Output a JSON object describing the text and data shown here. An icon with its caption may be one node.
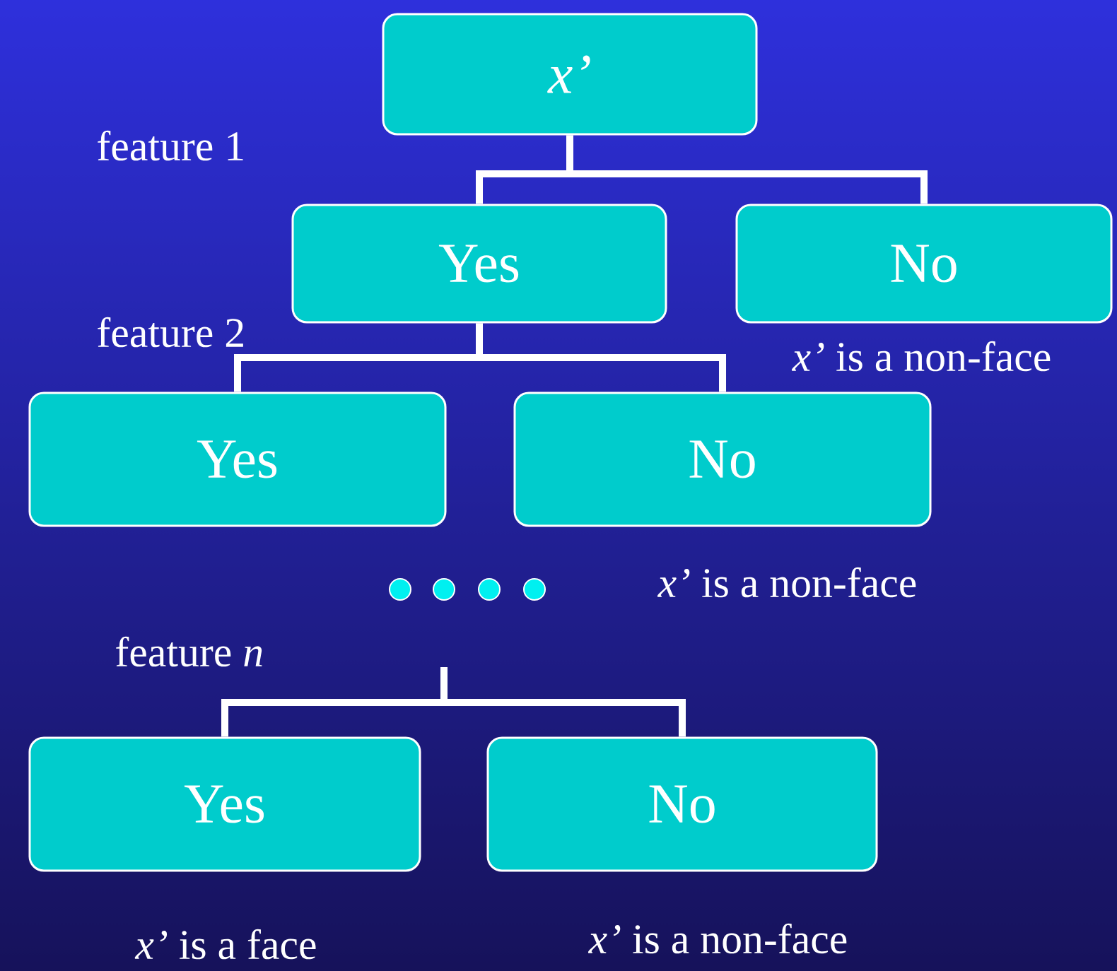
{
  "diagram": {
    "nodes": [
      {
        "text": [
          "x’"
        ]
      },
      {
        "text": [
          "Yes"
        ]
      },
      {
        "text": [
          "No"
        ],
        "beside": [
          "*x’* is a non-face"
        ]
      },
      {
        "text": [
          "Yes"
        ]
      },
      {
        "text": [
          "No"
        ],
        "beside": [
          "*x’* is a non-face"
        ]
      },
      {
        "text": [
          "Yes"
        ],
        "beside": [
          "*x’* is a face"
        ]
      },
      {
        "text": [
          "No"
        ],
        "beside": [
          "*x’* is a non-face"
        ]
      }
    ],
    "edges": [
      {
        "from": 0,
        "to": 1,
        "arrow": "none"
      },
      {
        "from": 0,
        "to": 2,
        "arrow": "none"
      },
      {
        "from": 1,
        "to": 3,
        "arrow": "none"
      },
      {
        "from": 1,
        "to": 4,
        "arrow": "none"
      },
      {
        "from": null,
        "to": 5,
        "arrow": "none"
      },
      {
        "from": null,
        "to": 6,
        "arrow": "none"
      }
    ],
    "labels": [
      "feature 1",
      "feature 2",
      "feature *n*"
    ]
  }
}
